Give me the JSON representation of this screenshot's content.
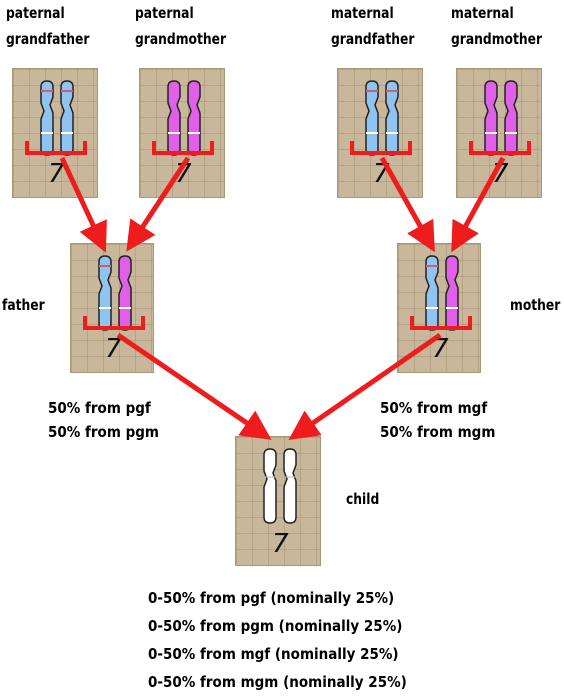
{
  "labels": {
    "pgf_line1": "paternal",
    "pgf_line2": "grandfather",
    "pgm_line1": "paternal",
    "pgm_line2": "grandmother",
    "mgf_line1": "maternal",
    "mgf_line2": "grandfather",
    "mgm_line1": "maternal",
    "mgm_line2": "grandmother",
    "father": "father",
    "mother": "mother",
    "child": "child"
  },
  "chromosome_number": "7",
  "father_stats": [
    "50% from pgf",
    "50% from pgm"
  ],
  "mother_stats": [
    "50% from mgf",
    "50% from mgm"
  ],
  "child_stats": [
    "0-50% from pgf (nominally 25%)",
    "0-50% from pgm (nominally 25%)",
    "0-50% from mgf (nominally 25%)",
    "0-50% from mgm (nominally 25%)"
  ],
  "colors": {
    "paternal_blue": "#8fc4f0",
    "maternal_pink": "#e060e8",
    "arrow_red": "#ee1c1c",
    "box_tan": "#c8b79a"
  }
}
